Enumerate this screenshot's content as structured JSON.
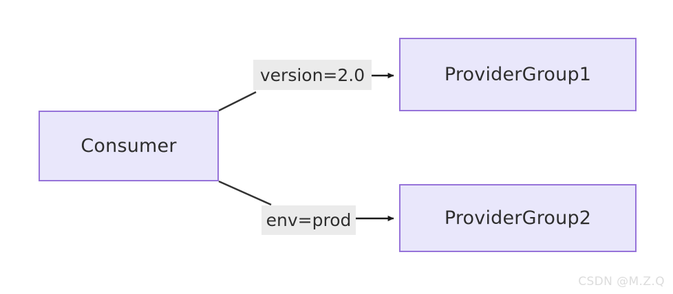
{
  "diagram": {
    "type": "flow-diagram",
    "background": "#ffffff",
    "node_fill": "#e9e7fb",
    "node_border": "#9673d9",
    "edge_color": "#333333",
    "label_background": "#ebebeb",
    "nodes": [
      {
        "id": "consumer",
        "label": "Consumer"
      },
      {
        "id": "provider_group_1",
        "label": "ProviderGroup1"
      },
      {
        "id": "provider_group_2",
        "label": "ProviderGroup2"
      }
    ],
    "edges": [
      {
        "from": "consumer",
        "to": "provider_group_1",
        "label": "version=2.0"
      },
      {
        "from": "consumer",
        "to": "provider_group_2",
        "label": "env=prod"
      }
    ]
  },
  "watermark": {
    "text": "CSDN @M.Z.Q"
  }
}
